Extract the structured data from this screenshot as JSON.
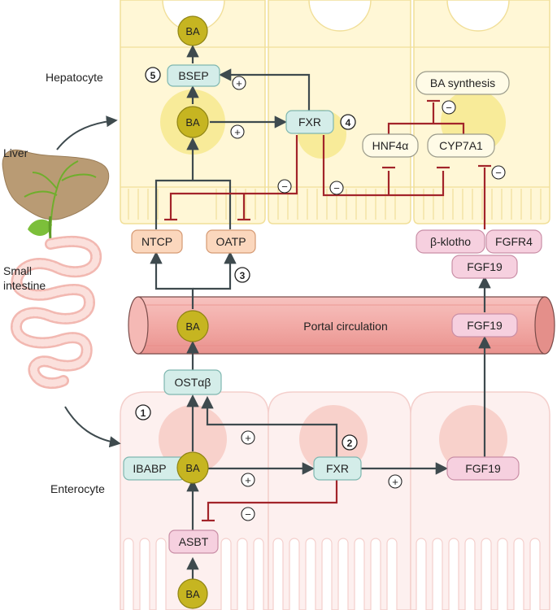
{
  "labels": {
    "hepatocyte": "Hepatocyte",
    "liver": "Liver",
    "small_intestine_1": "Small",
    "small_intestine_2": "intestine",
    "enterocyte": "Enterocyte",
    "portal": "Portal circulation"
  },
  "boxes": {
    "bsep": "BSEP",
    "fxr_liver": "FXR",
    "ba_synthesis": "BA synthesis",
    "hnf4a": "HNF4α",
    "cyp7a1": "CYP7A1",
    "ntcp": "NTCP",
    "oatp": "OATP",
    "beta_klotho": "β-klotho",
    "fgfr4": "FGFR4",
    "fgf19_receptor": "FGF19",
    "fgf19_portal": "FGF19",
    "ost": "OSTαβ",
    "ibabp": "IBABP",
    "fxr_gut": "FXR",
    "fgf19_gut": "FGF19",
    "asbt": "ASBT"
  },
  "ba": {
    "top": "BA",
    "liver_mid": "BA",
    "portal": "BA",
    "enterocyte": "BA",
    "lumen": "BA"
  },
  "steps": [
    "1",
    "2",
    "3",
    "4",
    "5"
  ],
  "signs": {
    "plus": "+",
    "minus": "−"
  },
  "colors": {
    "hep_fill": "#fff7d6",
    "hep_stroke": "#f1df99",
    "ent_fill": "#fdf0ef",
    "ent_stroke": "#f4cfcc",
    "yellow_glow": "#f7e98e",
    "pink_glow": "#f6c9c2",
    "ba_fill": "#c6b521",
    "ba_stroke": "#8f8414",
    "cyan_box": "#d4ede9",
    "cyan_stroke": "#7fb7b0",
    "peach_box": "#fbd7bd",
    "peach_stroke": "#d59a73",
    "pink_box": "#f6d0df",
    "pink_stroke": "#c98ea6",
    "cream_box": "#fffbe7",
    "cream_stroke": "#9a9a8a",
    "arrow_dark": "#3e4a4e",
    "inhibit_red": "#a2242a",
    "vessel": "#f2aaa6",
    "vessel_dark": "#e88a86",
    "liver_brown": "#b99b74",
    "gall": "#7cbf3a",
    "intestine": "#f7c9c3"
  }
}
